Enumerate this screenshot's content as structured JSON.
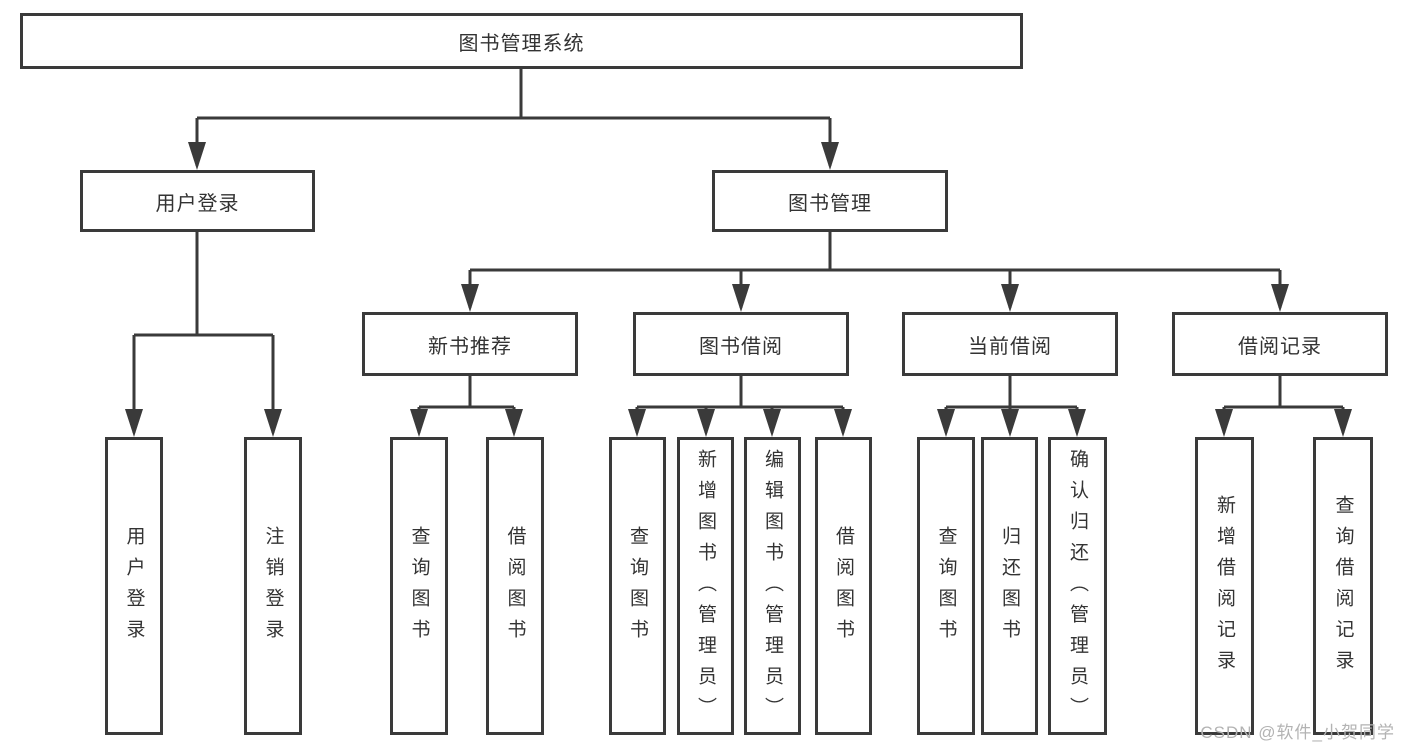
{
  "tree": {
    "root": {
      "label": "图书管理系统"
    },
    "children": [
      {
        "label": "用户登录",
        "children": [
          {
            "label": "用户登录"
          },
          {
            "label": "注销登录"
          }
        ]
      },
      {
        "label": "图书管理",
        "children": [
          {
            "label": "新书推荐",
            "children": [
              {
                "label": "查询图书"
              },
              {
                "label": "借阅图书"
              }
            ]
          },
          {
            "label": "图书借阅",
            "children": [
              {
                "label": "查询图书"
              },
              {
                "label": "新增图书（管理员）"
              },
              {
                "label": "编辑图书（管理员）"
              },
              {
                "label": "借阅图书"
              }
            ]
          },
          {
            "label": "当前借阅",
            "children": [
              {
                "label": "查询图书"
              },
              {
                "label": "归还图书"
              },
              {
                "label": "确认归还（管理员）"
              }
            ]
          },
          {
            "label": "借阅记录",
            "children": [
              {
                "label": "新增借阅记录"
              },
              {
                "label": "查询借阅记录"
              }
            ]
          }
        ]
      }
    ]
  },
  "watermark": {
    "text": "CSDN @软件_小贺同学"
  },
  "colors": {
    "line": "#3a3a3a",
    "box_border": "#3a3a3a",
    "text": "#333333",
    "watermark": "#b3b3b3",
    "background": "#ffffff"
  }
}
